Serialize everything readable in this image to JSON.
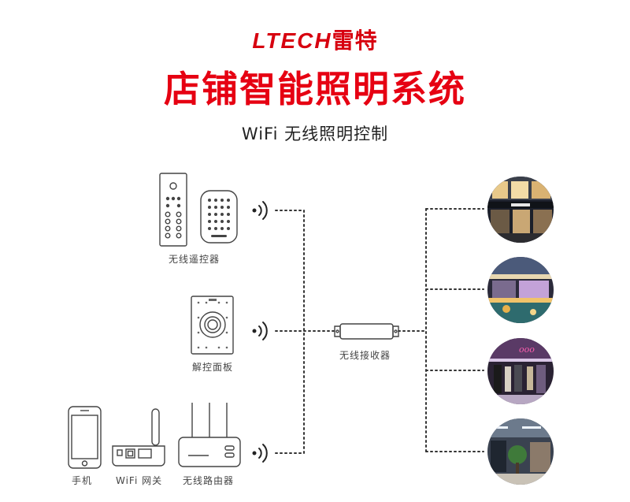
{
  "header": {
    "brand_latin": "LTECH",
    "brand_cn": "雷特",
    "title": "店铺智能照明系统",
    "subtitle": "WiFi 无线照明控制"
  },
  "devices": {
    "remote": "无线遥控器",
    "panel": "解控面板",
    "phone": "手机",
    "gateway": "WiFi 网关",
    "router": "无线路由器",
    "receiver": "无线接收器"
  },
  "scenes": [
    {
      "icon": "storefront-photo-icon"
    },
    {
      "icon": "mall-atrium-photo-icon"
    },
    {
      "icon": "clothing-store-photo-icon"
    },
    {
      "icon": "shop-interior-photo-icon"
    }
  ],
  "colors": {
    "brand_red": "#e60012",
    "line": "#333333"
  }
}
